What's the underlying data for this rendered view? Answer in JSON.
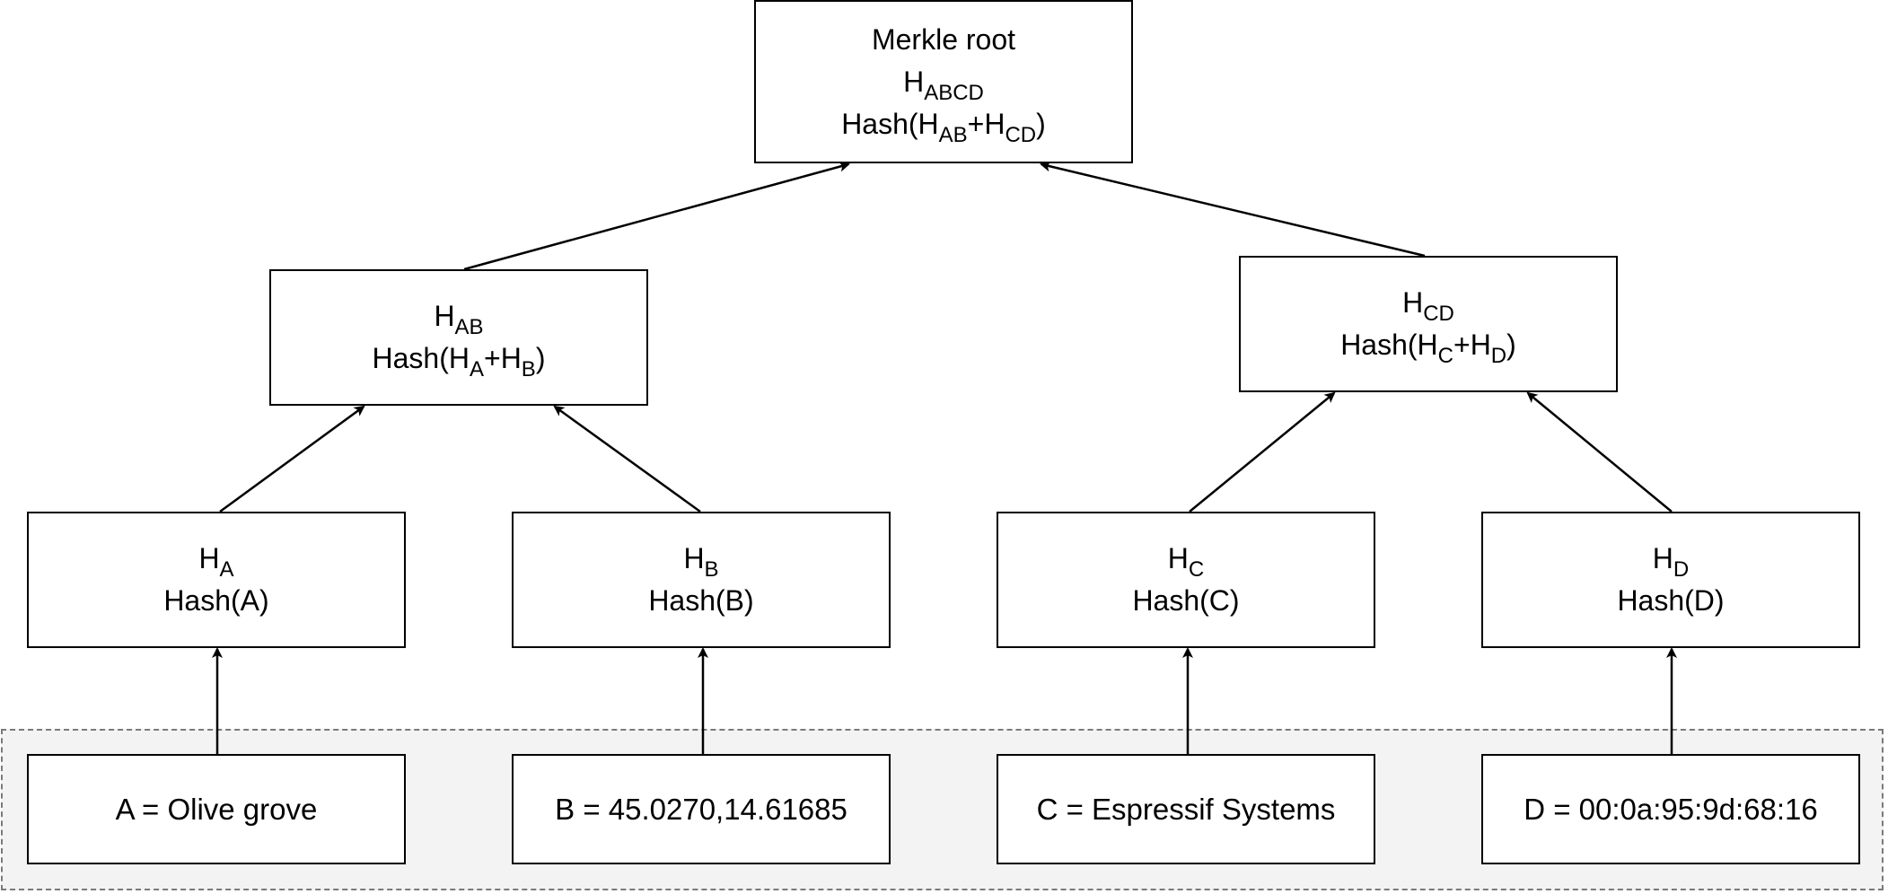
{
  "root": {
    "title": "Merkle root",
    "hash_main": "H",
    "hash_sub": "ABCD",
    "formula_prefix": "Hash(H",
    "formula_sub1": "AB",
    "formula_mid": "+H",
    "formula_sub2": "CD",
    "formula_suffix": ")"
  },
  "hab": {
    "hash_main": "H",
    "hash_sub": "AB",
    "formula_prefix": "Hash(H",
    "formula_sub1": "A",
    "formula_mid": "+H",
    "formula_sub2": "B",
    "formula_suffix": ")"
  },
  "hcd": {
    "hash_main": "H",
    "hash_sub": "CD",
    "formula_prefix": "Hash(H",
    "formula_sub1": "C",
    "formula_mid": "+H",
    "formula_sub2": "D",
    "formula_suffix": ")"
  },
  "leaves": [
    {
      "hash_main": "H",
      "hash_sub": "A",
      "formula": "Hash(A)"
    },
    {
      "hash_main": "H",
      "hash_sub": "B",
      "formula": "Hash(B)"
    },
    {
      "hash_main": "H",
      "hash_sub": "C",
      "formula": "Hash(C)"
    },
    {
      "hash_main": "H",
      "hash_sub": "D",
      "formula": "Hash(D)"
    }
  ],
  "data_blocks": [
    {
      "text": "A = Olive grove"
    },
    {
      "text": "B = 45.0270,14.61685"
    },
    {
      "text": "C = Espressif Systems"
    },
    {
      "text": "D = 00:0a:95:9d:68:16"
    }
  ],
  "colors": {
    "stroke": "#000000",
    "box_fill": "#ffffff",
    "data_region_fill": "#f3f3f3",
    "data_region_border": "#7a7a7a"
  }
}
